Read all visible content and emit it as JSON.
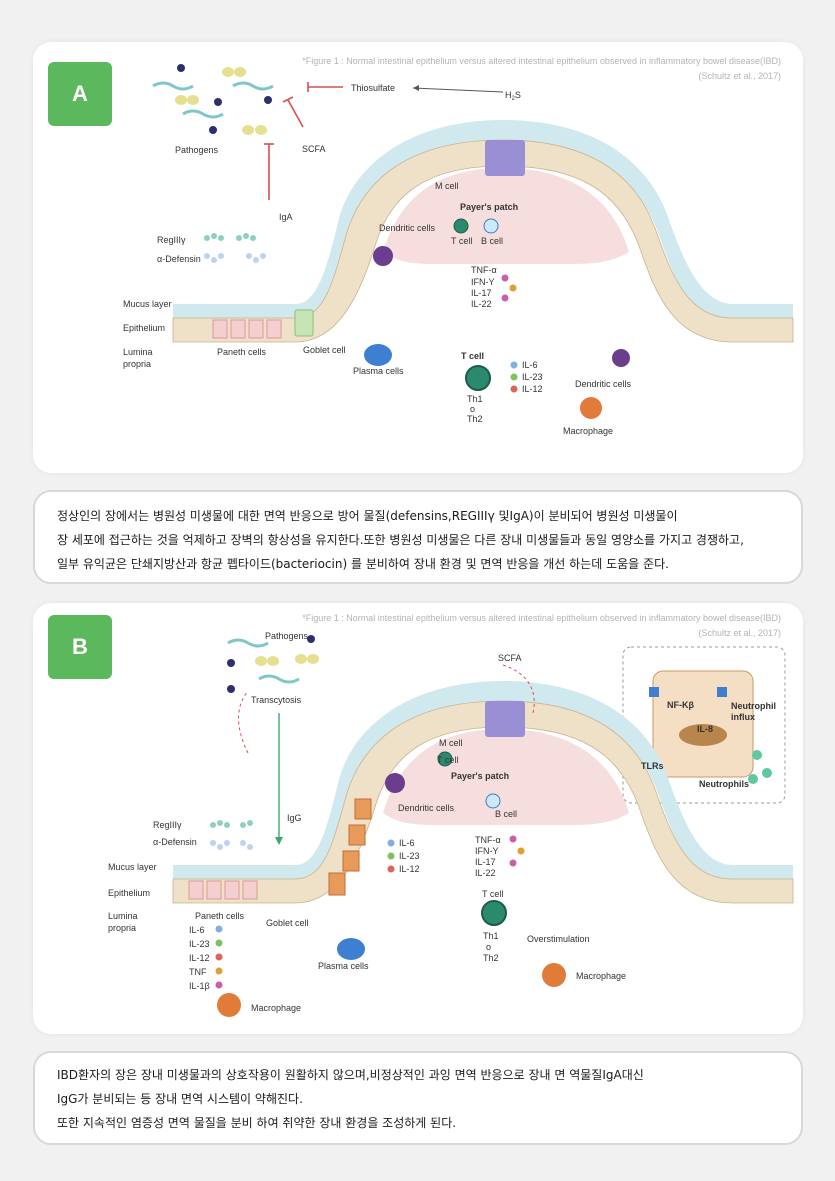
{
  "panel_a": {
    "badge": "A",
    "caption_line1": "*Figure 1 : Normal intestinal epithelium versus altered intestinal epithelium observed in inflammatory bowel disease(IBD)",
    "caption_line2": "(Schultz et al., 2017)",
    "labels": {
      "thiosulfate": "Thiosulfate",
      "h2s": "H",
      "h2s_sub": "2",
      "h2s_end": "S",
      "pathogens": "Pathogens",
      "scfa": "SCFA",
      "iga": "IgA",
      "m_cell": "M cell",
      "payers_patch": "Payer's patch",
      "dendritic_cells_top": "Dendritic cells",
      "t_cell": "T cell",
      "b_cell": "B cell",
      "regiiigamma": "RegIIIγ",
      "alpha_defensin": "α-Defensin",
      "tnf": "TNF-α",
      "ifn": "IFN-Y",
      "il17": "IL-17",
      "il22": "IL-22",
      "mucus_layer": "Mucus layer",
      "epithelium": "Epithelium",
      "lumina": "Lumina",
      "propria": "propria",
      "paneth_cells": "Paneth cells",
      "goblet_cell": "Goblet cell",
      "plasma_cells": "Plasma cells",
      "t_cell_bold": "T cell",
      "th1": "Th1",
      "or": "o",
      "th2": "Th2",
      "il6": "IL-6",
      "il23": "IL-23",
      "il12": "IL-12",
      "dendritic_cells_bottom": "Dendritic cells",
      "macrophage": "Macrophage"
    }
  },
  "text_a": {
    "line1": "정상인의 장에서는 병원성 미생물에 대한 면역 반응으로 방어 물질(defensins,REGIIIγ 및IgA)이 분비되어 병원성 미생물이",
    "line2": "장 세포에 접근하는 것을 억제하고 장벽의 항상성을 유지한다.또한 병원성 미생물은 다른 장내 미생물들과 동일 영양소를 가지고 경쟁하고,",
    "line3": "일부 유익균은 단쇄지방산과 항균 펩타이드(bacteriocin) 를 분비하여 장내 환경 및 면역 반응을 개선 하는데 도움을 준다."
  },
  "panel_b": {
    "badge": "B",
    "caption_line1": "*Figure 1 : Normal intestinal epithelium versus altered intestinal epithelium observed in inflammatory bowel disease(IBD)",
    "caption_line2": "(Schultz et al., 2017)",
    "labels": {
      "pathogens": "Pathogens",
      "transcytosis": "Transcytosis",
      "scfa": "SCFA",
      "m_cell": "M cell",
      "t_cell_top": "T cell",
      "payers_patch": "Payer's patch",
      "igg": "IgG",
      "dendritic_cells": "Dendritic cells",
      "b_cell": "B cell",
      "regiiigamma": "RegIIIγ",
      "alpha_defensin": "α-Defensin",
      "mucus_layer": "Mucus layer",
      "epithelium": "Epithelium",
      "lumina": "Lumina",
      "propria": "propria",
      "paneth_cells": "Paneth cells",
      "goblet_cell": "Goblet cell",
      "il6": "IL-6",
      "il23": "IL-23",
      "il12": "IL-12",
      "tnf": "TNF",
      "il1b": "IL-1β",
      "macrophage_left": "Macrophage",
      "plasma_cells": "Plasma cells",
      "dc_il6": "IL-6",
      "dc_il23": "IL-23",
      "dc_il12": "IL-12",
      "tnf_alpha": "TNF-α",
      "ifn": "IFN-Y",
      "il17": "IL-17",
      "il22": "IL-22",
      "t_cell": "T cell",
      "th1": "Th1",
      "or": "o",
      "th2": "Th2",
      "overstimulation": "Overstimulation",
      "macrophage_right": "Macrophage",
      "nfkb": "NF-Kβ",
      "il8": "IL-8",
      "neutrophil": "Neutrophil",
      "influx": "influx",
      "tlrs": "TLRs",
      "neutrophils": "Neutrophils"
    }
  },
  "text_b": {
    "line1": "IBD환자의 장은 장내 미생물과의 상호작용이 원활하지 않으며,비정상적인 과잉 면역 반응으로 장내 면 역물질IgA대신",
    "line2": "IgG가 분비되는 등 장내 면역 시스템이 약해진다.",
    "line3": "또한 지속적인 염증성 면역 물질을 분비 하여 취약한 장내 환경을 조성하게 된다."
  },
  "colors": {
    "badge": "#5cb85c",
    "mucus": "#cfe9ef",
    "epithelium": "#efe0c8",
    "payers_patch": "#f6dede",
    "m_cell": "#9a8fd4",
    "inhibit": "#d94f4f",
    "arrow_green": "#3aa76d"
  }
}
